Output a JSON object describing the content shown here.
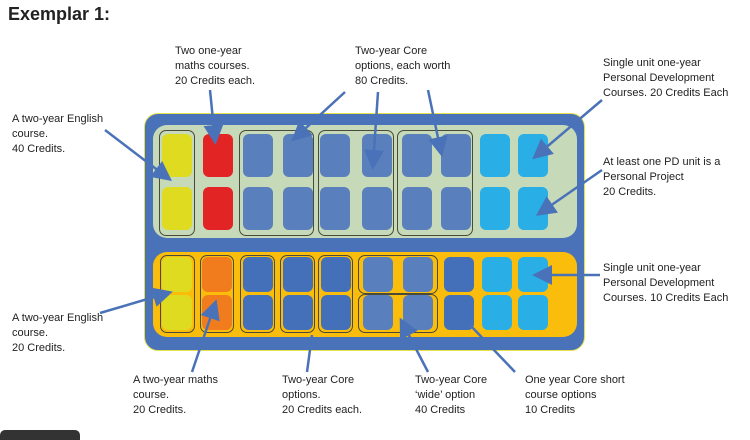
{
  "title": "Exemplar 1:",
  "colors": {
    "frame": "#4a72b8",
    "year1_panel": "#c6d9b8",
    "year2_panel": "#fbbd0b",
    "english": "#dedb20",
    "maths1": "#e32424",
    "maths2": "#f07c1e",
    "core": "#5a7fbd",
    "core_dark": "#4470b9",
    "pd": "#29aee6"
  },
  "annotations": {
    "maths_one_year": [
      "Two one-year",
      "maths courses.",
      "20 Credits each."
    ],
    "core_two_year_top": [
      "Two-year Core",
      "options, each worth",
      "80 Credits."
    ],
    "pd_20": [
      "Single unit one-year",
      "Personal Development",
      "Courses. 20 Credits Each"
    ],
    "english_40": [
      "A two-year English",
      "course.",
      "40 Credits."
    ],
    "personal_project": [
      "At least one PD unit is a",
      "Personal Project",
      "20 Credits."
    ],
    "pd_10": [
      "Single unit one-year",
      "Personal Development",
      "Courses. 10 Credits Each"
    ],
    "english_20": [
      "A two-year English",
      "course.",
      "20 Credits."
    ],
    "maths_two_year": [
      "A two-year maths",
      "course.",
      "20 Credits."
    ],
    "core_two_year_bottom": [
      "Two-year Core",
      "options.",
      "20 Credits each."
    ],
    "core_wide": [
      "Two-year Core",
      "‘wide’ option",
      "40 Credits"
    ],
    "core_short": [
      "One year Core short",
      "course options",
      "10 Credits"
    ]
  }
}
